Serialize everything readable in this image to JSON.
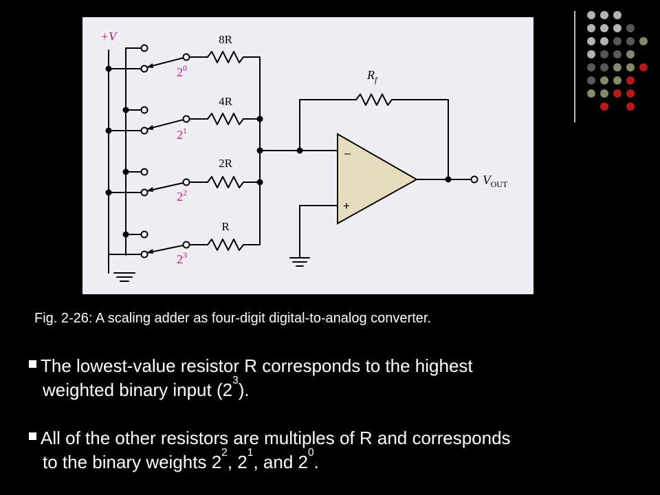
{
  "slide": {
    "caption": "Fig. 2-26: A scaling adder as four-digit digital-to-analog converter.",
    "bullets": [
      {
        "line1": "The lowest-value resistor R corresponds to the highest",
        "line2_prefix": "weighted binary input (2",
        "line2_sup": "3",
        "line2_suffix": ")."
      },
      {
        "line1": "All of the other resistors are multiples of R and corresponds",
        "line2_prefix": "to the binary weights 2",
        "sup_a": "2",
        "sep_a": ", 2",
        "sup_b": "1",
        "sep_b": ", and 2",
        "sup_c": "0",
        "line2_suffix": "."
      }
    ]
  },
  "circuit": {
    "supply_label": "+V",
    "feedback_label": "R",
    "feedback_sub": "f",
    "output_label": "V",
    "output_sub": "OUT",
    "minus_label": "–",
    "plus_label": "+",
    "inputs": [
      {
        "resistor": "8R",
        "bit_base": "2",
        "bit_exp": "0"
      },
      {
        "resistor": "4R",
        "bit_base": "2",
        "bit_exp": "1"
      },
      {
        "resistor": "2R",
        "bit_base": "2",
        "bit_exp": "2"
      },
      {
        "resistor": "R",
        "bit_base": "2",
        "bit_exp": "3"
      }
    ]
  },
  "colors": {
    "background": "#000000",
    "figure_bg": "#eeeff4",
    "opamp_fill": "#e8dcc0",
    "label_magenta": "#cc1177",
    "deco_palette": [
      "#b3b3b3",
      "#585858",
      "#808c6a",
      "#b51a1a"
    ]
  }
}
